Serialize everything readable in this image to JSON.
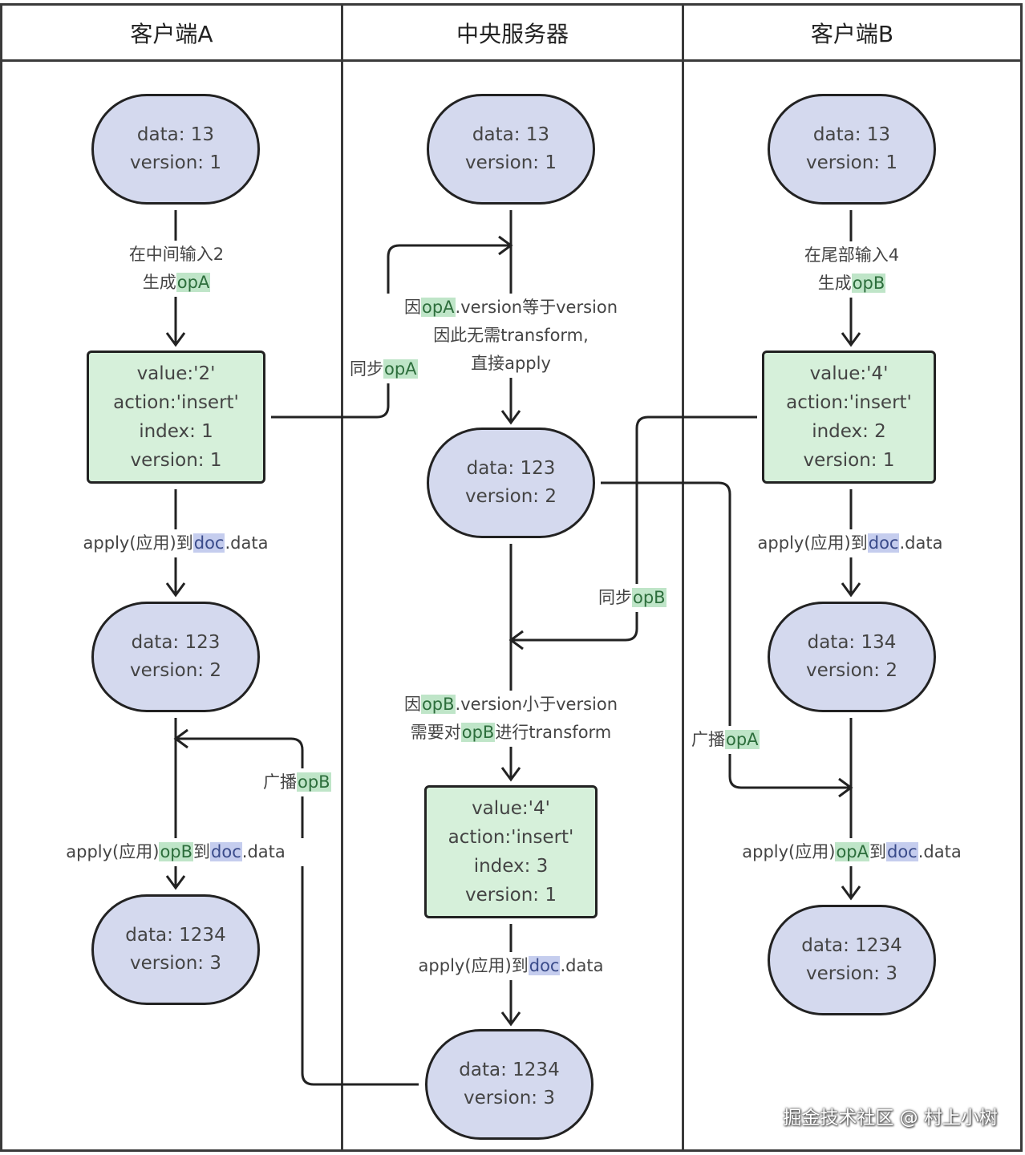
{
  "lanes": [
    {
      "title": "客户端A"
    },
    {
      "title": "中央服务器"
    },
    {
      "title": "客户端B"
    }
  ],
  "client_a": {
    "state1": {
      "data": "data: 13",
      "version": "version: 1"
    },
    "edge1": {
      "line1": "在中间输入2",
      "line2_prefix": "生成",
      "line2_op": "opA"
    },
    "op": {
      "value": "value:'2'",
      "action": "action:'insert'",
      "index": "index: 1",
      "version": "version: 1"
    },
    "edge2": {
      "prefix": "apply(应用)到",
      "doc": "doc",
      "suffix": ".data"
    },
    "state2": {
      "data": "data: 123",
      "version": "version: 2"
    },
    "edge3": {
      "prefix": "apply(应用)",
      "op": "opB",
      "mid": "到",
      "doc": "doc",
      "suffix": ".data"
    },
    "state3": {
      "data": "data: 1234",
      "version": "version: 3"
    }
  },
  "server": {
    "state1": {
      "data": "data: 13",
      "version": "version: 1"
    },
    "edge1": {
      "prefix": "因",
      "op": "opA",
      "line1_suffix": ".version等于version",
      "line2": "因此无需transform,",
      "line3": "直接apply"
    },
    "state2": {
      "data": "data: 123",
      "version": "version: 2"
    },
    "edge2": {
      "prefix": "因",
      "op": "opB",
      "line1_suffix": ".version小于version",
      "line2_prefix": "需要对",
      "line2_op": "opB",
      "line2_suffix": "进行transform"
    },
    "op": {
      "value": "value:'4'",
      "action": "action:'insert'",
      "index": "index: 3",
      "version": "version: 1"
    },
    "edge3": {
      "prefix": "apply(应用)到",
      "doc": "doc",
      "suffix": ".data"
    },
    "state3": {
      "data": "data: 1234",
      "version": "version: 3"
    }
  },
  "client_b": {
    "state1": {
      "data": "data: 13",
      "version": "version: 1"
    },
    "edge1": {
      "line1": "在尾部输入4",
      "line2_prefix": "生成",
      "line2_op": "opB"
    },
    "op": {
      "value": "value:'4'",
      "action": "action:'insert'",
      "index": "index: 2",
      "version": "version: 1"
    },
    "edge2": {
      "prefix": "apply(应用)到",
      "doc": "doc",
      "suffix": ".data"
    },
    "state2": {
      "data": "data: 134",
      "version": "version: 2"
    },
    "edge3": {
      "prefix": "apply(应用)",
      "op": "opA",
      "mid": "到",
      "doc": "doc",
      "suffix": ".data"
    },
    "state3": {
      "data": "data: 1234",
      "version": "version: 3"
    }
  },
  "cross": {
    "sync_a": {
      "prefix": "同步",
      "op": "opA"
    },
    "sync_b": {
      "prefix": "同步",
      "op": "opB"
    },
    "broadcast_a": {
      "prefix": "广播",
      "op": "opA"
    },
    "broadcast_b": {
      "prefix": "广播",
      "op": "opB"
    }
  },
  "watermark": "掘金技术社区 @ 村上小树"
}
